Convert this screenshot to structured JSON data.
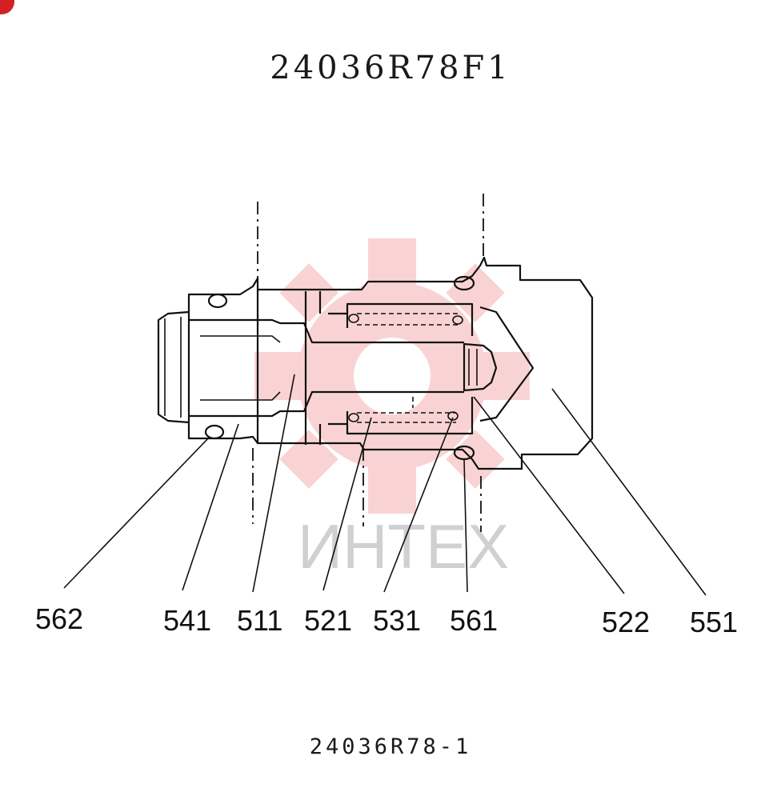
{
  "header": {
    "title": "24036R78F1"
  },
  "footer": {
    "code": "24036R78-1"
  },
  "watermark": {
    "text": "ИНТЕХ",
    "color": "#f2a0a0"
  },
  "corner_badge_color": "#d32020",
  "parts": [
    {
      "number": "562"
    },
    {
      "number": "541"
    },
    {
      "number": "511"
    },
    {
      "number": "521"
    },
    {
      "number": "531"
    },
    {
      "number": "561"
    },
    {
      "number": "522"
    },
    {
      "number": "551"
    }
  ]
}
